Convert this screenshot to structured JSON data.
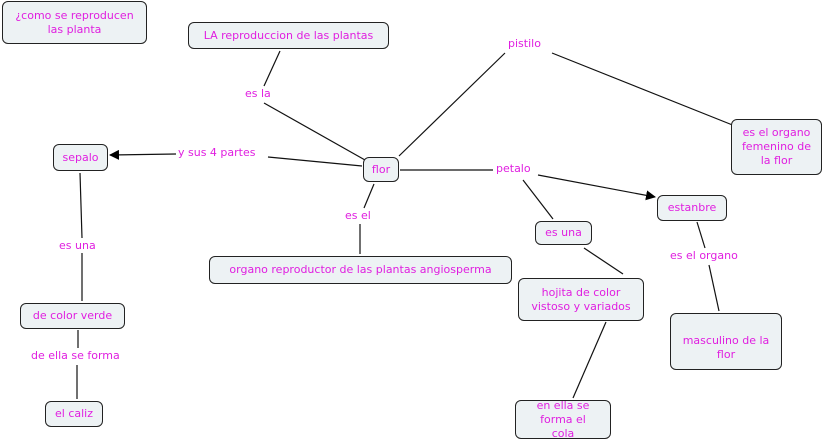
{
  "colors": {
    "text": "#e01ee0",
    "node_fill": "#edf2f4",
    "line": "#111111"
  },
  "concepts": {
    "question": "¿como se reproducen las planta",
    "reproduction": "LA reproduccion de las plantas",
    "flor": "flor",
    "sepalo": "sepalo",
    "femenino": "es el organo femenino de la flor",
    "organo": "organo reproductor de las plantas angiosperma",
    "estanbre": "estanbre",
    "es_una_node": "es una",
    "hojita": "hojita  de color vistoso y variados",
    "masculino": "masculino de la flor",
    "en_ella": "en ella se forma el cola",
    "color_verde": "de color verde",
    "caliz": "el caliz"
  },
  "links": {
    "es_la": "es la",
    "y_sus": "y sus 4 partes",
    "pistilo": "pistilo",
    "petalo": "petalo",
    "es_el": "es el",
    "es_una": "es una",
    "de_ella": "de ella se forma",
    "es_el_organo": "es el organo"
  }
}
